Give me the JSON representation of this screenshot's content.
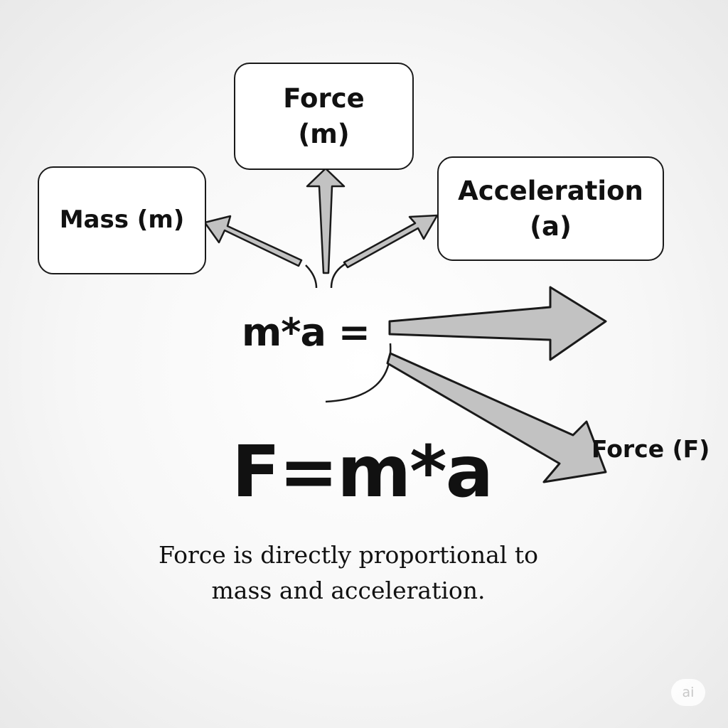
{
  "boxes": {
    "force": {
      "line1": "Force",
      "line2": "(m)"
    },
    "mass": {
      "line1": "Mass (m)"
    },
    "acceleration": {
      "line1": "Acceleration",
      "line2": "(a)"
    }
  },
  "equations": {
    "partial": "m*a =",
    "main": "F=m*a"
  },
  "result_label": "Force (F)",
  "caption": {
    "line1": "Force is directly proportional to",
    "line2": "mass and acceleration."
  },
  "watermark": "ai",
  "colors": {
    "arrow_fill": "#c2c2c2",
    "stroke": "#1a1a1a",
    "text": "#111111",
    "background": "#f7f7f7"
  }
}
